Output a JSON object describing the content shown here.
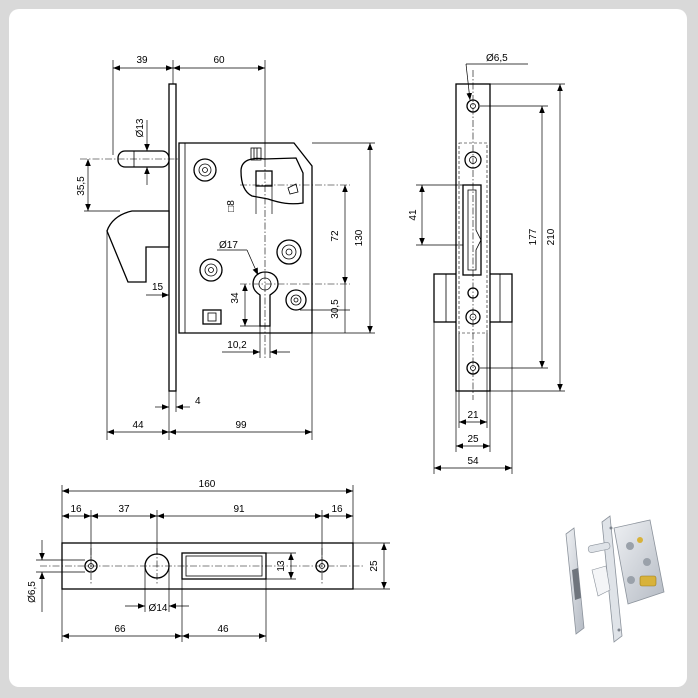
{
  "dimensions": {
    "front": {
      "d39": "39",
      "d60": "60",
      "d13": "Ø13",
      "d35_5": "35,5",
      "d8": "□8",
      "d72": "72",
      "d130": "130",
      "d17": "Ø17",
      "d15": "15",
      "d34": "34",
      "d30_5": "30,5",
      "d10_2": "10,2",
      "d4": "4",
      "d44": "44",
      "d99": "99"
    },
    "side": {
      "d6_5": "Ø6,5",
      "d41": "41",
      "d177": "177",
      "d210": "210",
      "d21": "21",
      "d25": "25",
      "d54": "54"
    },
    "bottom": {
      "d160": "160",
      "d16a": "16",
      "d37": "37",
      "d91": "91",
      "d16b": "16",
      "d6_5": "Ø6,5",
      "d13": "13",
      "d25": "25",
      "d14": "Ø14",
      "d66": "66",
      "d46": "46"
    }
  },
  "colors": {
    "background": "#d9d9d9",
    "sheet": "#ffffff",
    "line": "#000000",
    "photo_brass": "#d8b23a",
    "photo_steel": "#c7ccd3"
  }
}
